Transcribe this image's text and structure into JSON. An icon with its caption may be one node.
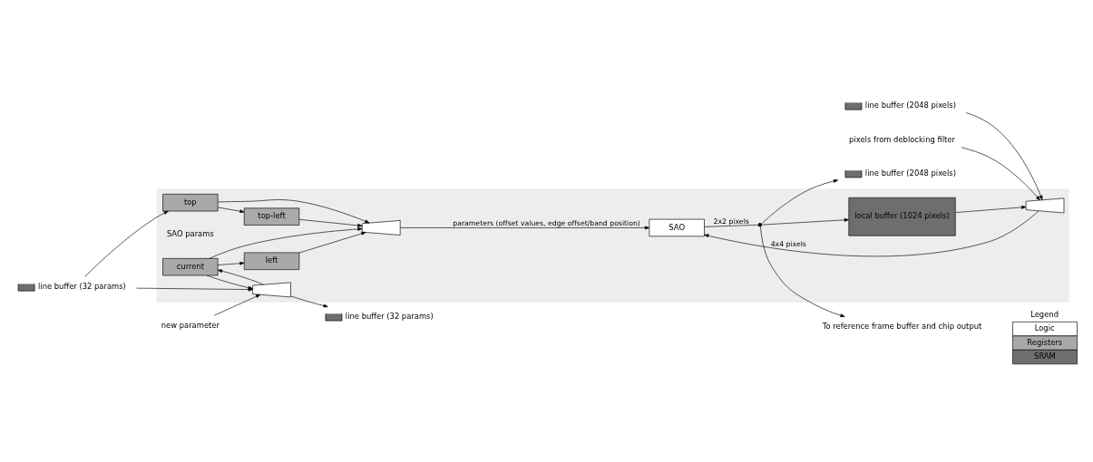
{
  "diagram": {
    "nodes": [
      {
        "text": [],
        "shape": "box"
      },
      {
        "text": [],
        "shape": "box",
        "beside": [
          "line buffer (32 params)"
        ]
      },
      {
        "text": [
          "pixels from deblocking filter"
        ]
      },
      {
        "text": [],
        "shape": "box",
        "beside": [
          "line buffer (2048 pixels)"
        ]
      },
      {
        "text": [
          "top-left"
        ],
        "in": 0
      },
      {
        "text": [
          "top"
        ],
        "in": 0
      },
      {
        "text": [
          "left"
        ],
        "in": 0
      },
      {
        "text": [
          "current"
        ],
        "in": 0
      },
      {
        "text": [],
        "shape": "trapezoid",
        "in": 0
      },
      {
        "text": [],
        "shape": "trapezoid",
        "in": 0
      },
      {
        "text": [],
        "shape": "trapezoid",
        "in": 0
      },
      {
        "text": [
          "local buffer (1024 pixels)"
        ],
        "in": 0
      },
      {
        "text": [
          "SAO"
        ],
        "in": 0
      },
      {
        "text": [],
        "shape": "circle",
        "in": 0
      },
      {
        "text": [
          "new parameter"
        ]
      },
      {
        "text": [],
        "shape": "box",
        "beside": [
          "line buffer (32 params)"
        ]
      },
      {
        "text": [],
        "shape": "box",
        "beside": [
          "line buffer (2048 pixels)"
        ]
      },
      {
        "text": [
          "To reference frame buffer and chip output"
        ]
      }
    ],
    "edges": [
      {
        "from": 1,
        "to": 5,
        "arrow": "to"
      },
      {
        "from": 1,
        "to": 8,
        "arrow": "to"
      },
      {
        "from": 7,
        "to": 8,
        "arrow": "to"
      },
      {
        "from": 14,
        "to": 8,
        "arrow": "to"
      },
      {
        "from": 8,
        "to": 7,
        "arrow": "to"
      },
      {
        "from": 8,
        "to": 15,
        "arrow": "to"
      },
      {
        "from": 7,
        "to": 6,
        "arrow": "to"
      },
      {
        "from": 5,
        "to": 4,
        "arrow": "to"
      },
      {
        "from": 4,
        "to": 9,
        "arrow": "to"
      },
      {
        "from": 5,
        "to": 9,
        "arrow": "to"
      },
      {
        "from": 6,
        "to": 9,
        "arrow": "to"
      },
      {
        "from": 7,
        "to": 9,
        "arrow": "to"
      },
      {
        "from": 2,
        "to": 10,
        "arrow": "to"
      },
      {
        "from": 3,
        "to": 10,
        "arrow": "to"
      },
      {
        "from": 11,
        "to": 10,
        "arrow": "to"
      },
      {
        "from": 10,
        "to": 12,
        "arrow": "to",
        "label": "4x4 pixels"
      },
      {
        "from": 9,
        "to": 12,
        "arrow": "to",
        "label": "parameters (offset values, edge offset/band position)"
      },
      {
        "from": 12,
        "to": 13,
        "arrow": "none",
        "label": "2x2 pixels"
      },
      {
        "from": 13,
        "to": 17,
        "arrow": "to"
      },
      {
        "from": 13,
        "to": 11,
        "arrow": "to"
      },
      {
        "from": 13,
        "to": 16,
        "arrow": "to"
      }
    ],
    "labels": [
      "SAO params",
      "Legend"
    ],
    "legend": [
      {
        "text": "Logic",
        "color": "#ffffff"
      },
      {
        "text": "Registers",
        "color": "#a9a9a9"
      },
      {
        "text": "SRAM",
        "color": "#6e6e6e"
      }
    ]
  }
}
